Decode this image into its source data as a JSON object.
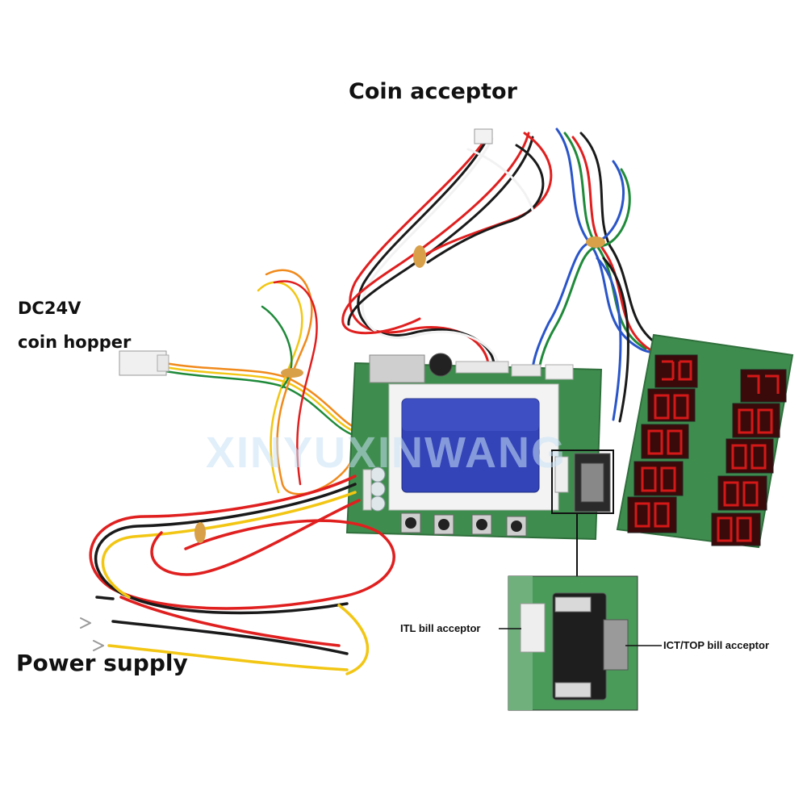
{
  "labels": {
    "coin_acceptor": "Coin acceptor",
    "dc24v": "DC24V",
    "coin_hopper": "coin hopper",
    "power_supply": "Power supply",
    "itl_bill_acceptor": "ITL bill acceptor",
    "ict_top_bill_acceptor": "ICT/TOP bill acceptor"
  },
  "watermark": "XINYUXINWANG",
  "colors": {
    "pcb_green": "#3f8d4e",
    "lcd_blue": "#3343b8",
    "led_red": "#d41818",
    "wire_red": "#e01f1f",
    "wire_black": "#1a1a1a",
    "wire_yellow": "#f2c613",
    "wire_orange": "#f08a1c",
    "wire_blue": "#2a55c9",
    "wire_green": "#1f8a3a"
  }
}
